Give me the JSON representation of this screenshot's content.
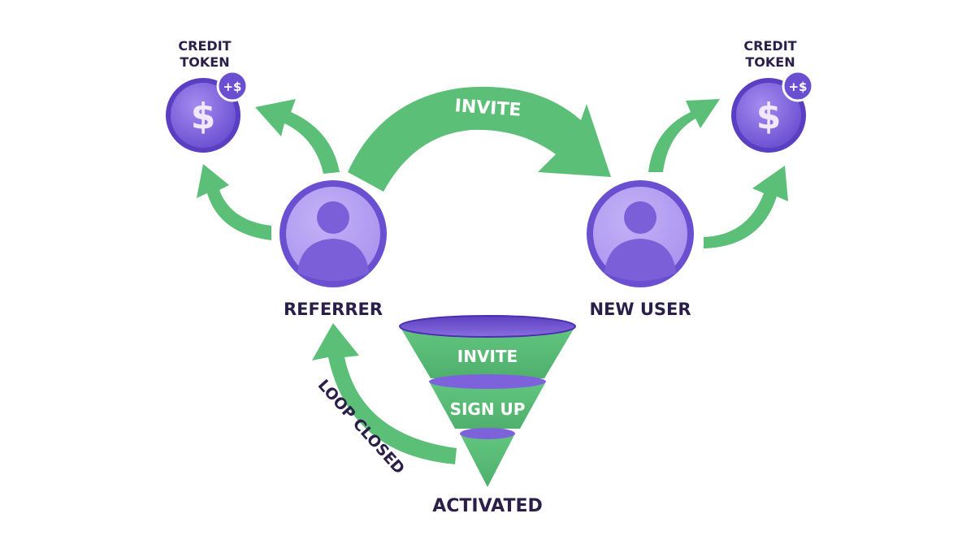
{
  "nodes": {
    "referrer": {
      "label": "REFERRER"
    },
    "new_user": {
      "label": "NEW USER"
    }
  },
  "tokens": {
    "left": {
      "label_line1": "CREDIT",
      "label_line2": "TOKEN",
      "symbol": "$",
      "badge": "+$"
    },
    "right": {
      "label_line1": "CREDIT",
      "label_line2": "TOKEN",
      "symbol": "$",
      "badge": "+$"
    }
  },
  "arrows": {
    "invite": {
      "label": "INVITE"
    },
    "loop": {
      "label": "LOOP CLOSED"
    }
  },
  "funnel": {
    "stages": [
      "INVITE",
      "SIGN UP"
    ],
    "output_label": "ACTIVATED"
  },
  "colors": {
    "green": "#5bbf78",
    "green_dark": "#47a563",
    "purple": "#8a6ee0",
    "purple_dark": "#6548c8",
    "purple_light": "#b9a6f2",
    "text": "#2b1f4a"
  }
}
